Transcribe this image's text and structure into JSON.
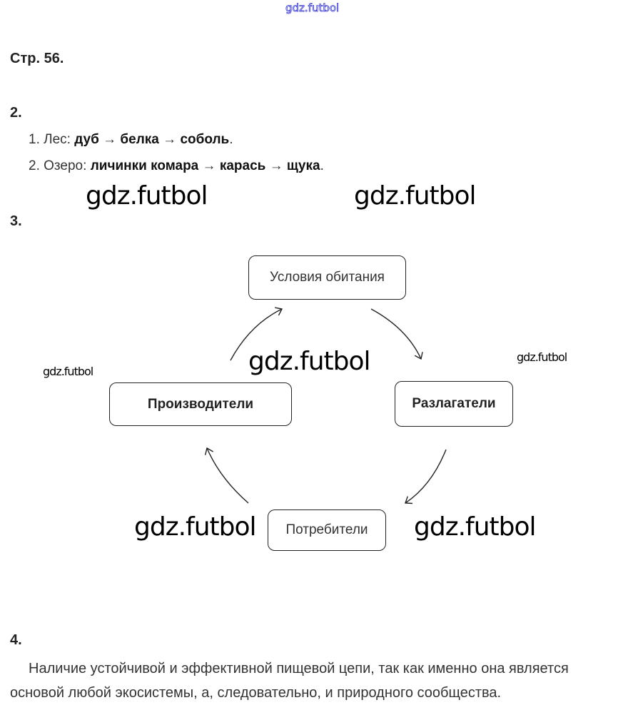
{
  "watermark": "gdz.futbol",
  "page_heading": "Стр. 56.",
  "task2": {
    "number": "2.",
    "items": [
      {
        "num": "1.",
        "label": "Лес:",
        "chain": [
          "дуб",
          "белка",
          "соболь"
        ]
      },
      {
        "num": "2.",
        "label": "Озеро:",
        "chain": [
          "личинки комара",
          "карась",
          "щука"
        ]
      }
    ],
    "arrow": "→",
    "end": "."
  },
  "task3": {
    "number": "3.",
    "diagram": {
      "habitat": "Условия обитания",
      "producers": "Производители",
      "decomposers": "Разлагатели",
      "consumers": "Потребители"
    }
  },
  "task4": {
    "number": "4.",
    "line1": "Наличие устойчивой и эффективной пищевой цепи, так как именно она является",
    "line2": "основой любой экосистемы, а, следовательно, и природного сообщества."
  }
}
